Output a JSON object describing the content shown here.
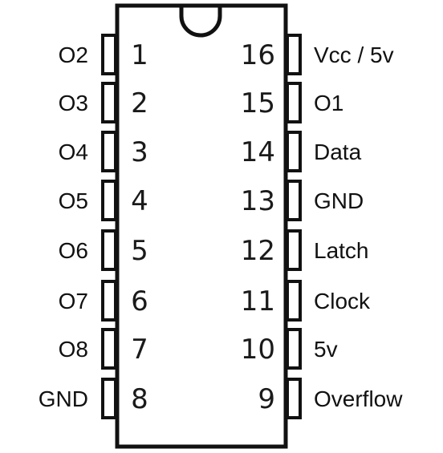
{
  "chip": {
    "left_pins": [
      {
        "number": "1",
        "label": "O2"
      },
      {
        "number": "2",
        "label": "O3"
      },
      {
        "number": "3",
        "label": "O4"
      },
      {
        "number": "4",
        "label": "O5"
      },
      {
        "number": "5",
        "label": "O6"
      },
      {
        "number": "6",
        "label": "O7"
      },
      {
        "number": "7",
        "label": "O8"
      },
      {
        "number": "8",
        "label": "GND"
      }
    ],
    "right_pins": [
      {
        "number": "16",
        "label": "Vcc / 5v"
      },
      {
        "number": "15",
        "label": "O1"
      },
      {
        "number": "14",
        "label": "Data"
      },
      {
        "number": "13",
        "label": "GND"
      },
      {
        "number": "12",
        "label": "Latch"
      },
      {
        "number": "11",
        "label": "Clock"
      },
      {
        "number": "10",
        "label": "5v"
      },
      {
        "number": "9",
        "label": "Overflow"
      }
    ],
    "colors": {
      "outline": "#111111",
      "text": "#111111"
    }
  }
}
